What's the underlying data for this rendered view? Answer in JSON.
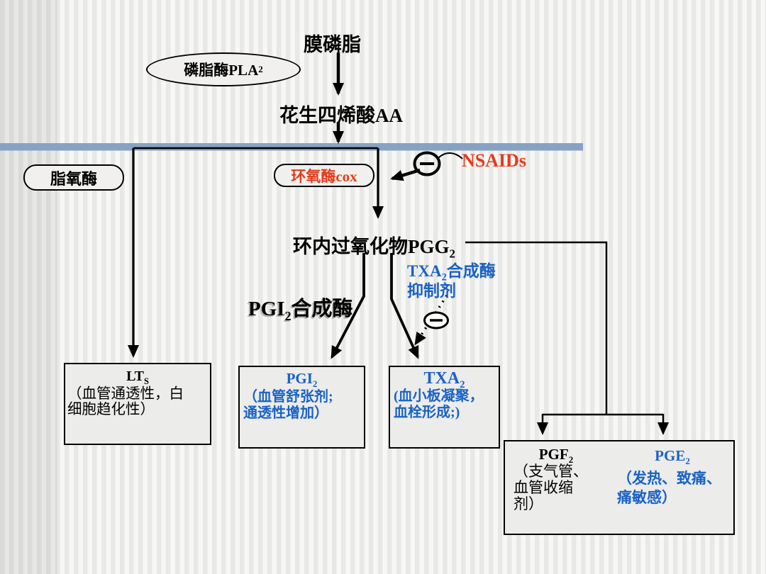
{
  "colors": {
    "membrane_bar_blue": "#87a3c4",
    "inhibitor_red": "#e43b1a",
    "product_blue": "#1a62c6",
    "line_black": "#000000"
  },
  "icons": {
    "inhibition_nsaids": "minus-circle-icon",
    "inhibition_txa2_synthase": "minus-circle-icon"
  },
  "flow": {
    "membrane": "膜磷脂",
    "phospholipase": {
      "pre": "磷脂酶PLA",
      "sub": "2"
    },
    "arachidonic_acid": "花生四烯酸AA",
    "lipoxygenase": "脂氧酶",
    "cyclooxygenase": "环氧酶cox",
    "nsaids": "NSAIDs",
    "endoperoxide": {
      "pre": "环内过氧化物PGG",
      "sub": "2"
    },
    "pgi2_synthase": {
      "pre": "PGI",
      "sub": "2",
      "post": "合成酶"
    },
    "txa2_inhibitor": {
      "pre": "TXA",
      "sub": "2",
      "post": "合成酶",
      "line2": "抑制剂"
    }
  },
  "products": {
    "lts": {
      "pre": "LT",
      "sub": "S",
      "lines": [
        "（血管通透性，白",
        "细胞趋化性）"
      ]
    },
    "pgi2": {
      "pre": "PGI",
      "sub": "2",
      "lines": [
        "（血管舒张剂;",
        "通透性增加）"
      ]
    },
    "txa2": {
      "pre": "TXA",
      "sub": "2",
      "lines": [
        "(血小板凝聚，",
        "血栓形成;)"
      ]
    },
    "pgf2": {
      "pre": "PGF",
      "sub": "2",
      "lines": [
        "（支气管、",
        "血管收缩",
        "剂）"
      ]
    },
    "pge2": {
      "pre": "PGE",
      "sub": "2",
      "lines": [
        "（发热、致痛、",
        "痛敏感）"
      ]
    }
  }
}
